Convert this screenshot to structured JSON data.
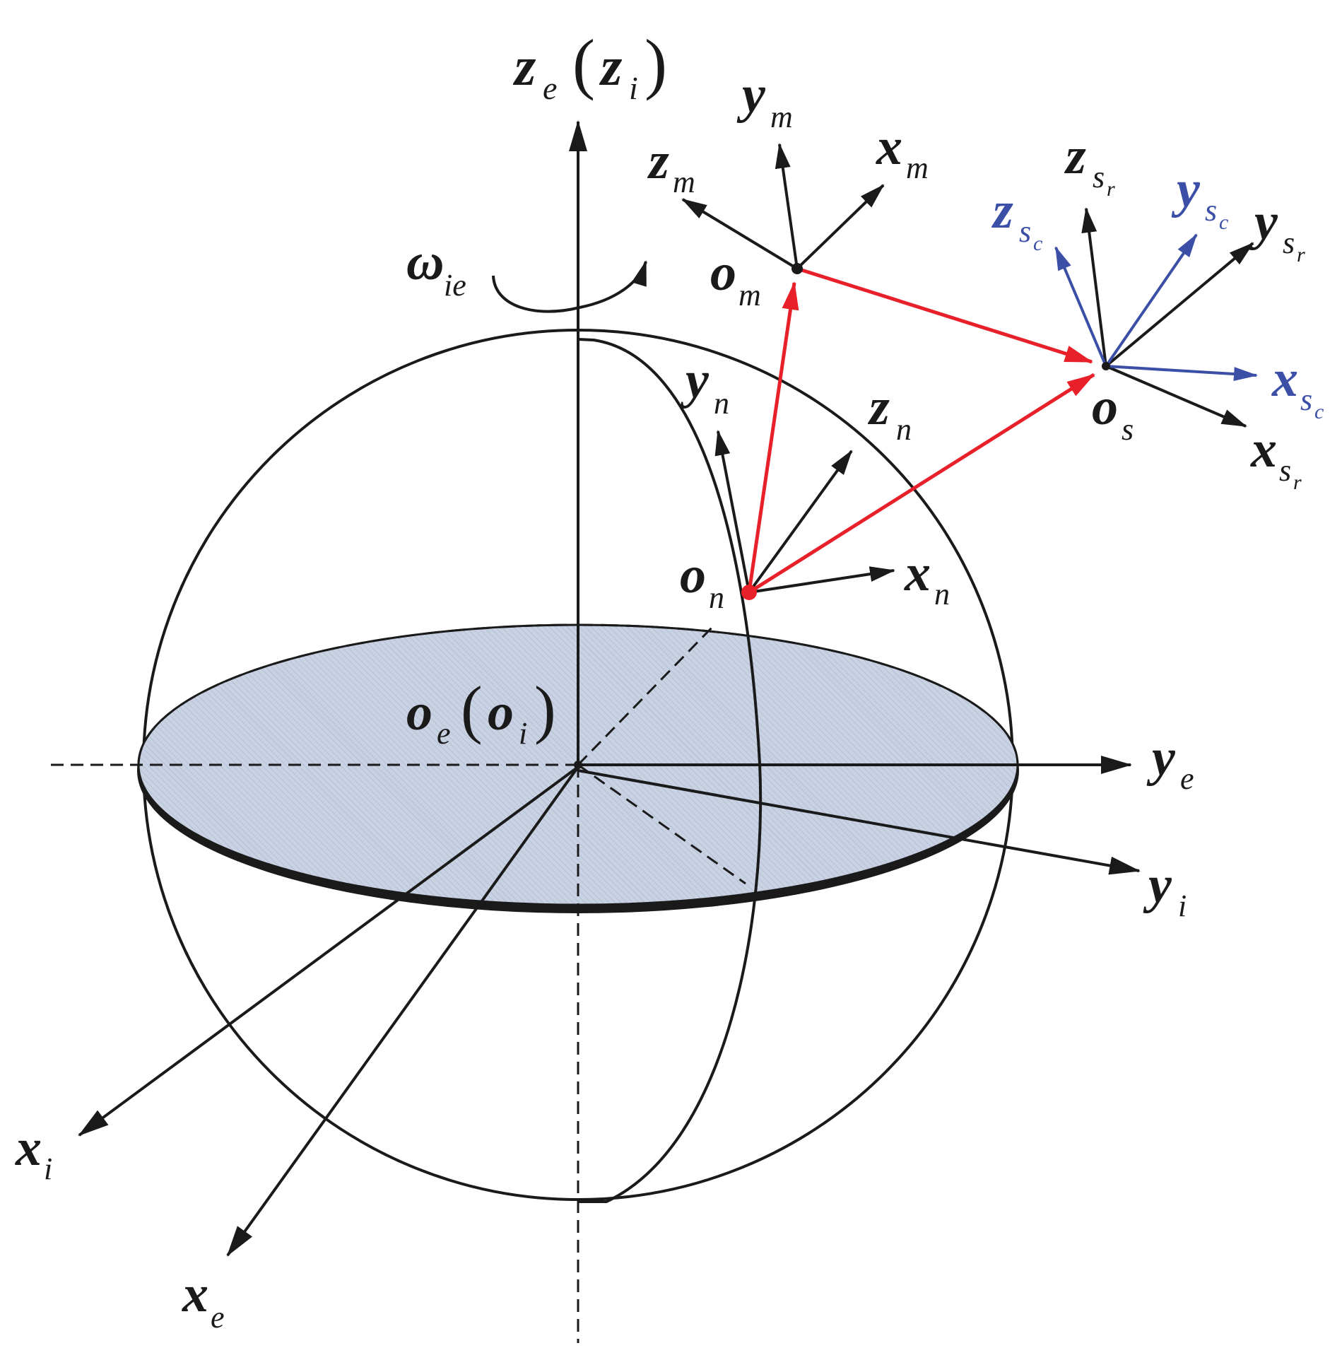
{
  "colors": {
    "axis": "#1a1a1a",
    "vector": "#e8202a",
    "computed_frame": "#3b4fa6",
    "equator_fill": "#c9d2e2"
  },
  "labels": {
    "z_e": {
      "main": "z",
      "sub": "e"
    },
    "z_i": {
      "main": "z",
      "sub": "i"
    },
    "omega_ie": {
      "main": "ω",
      "sub": "ie"
    },
    "o_e": {
      "main": "o",
      "sub": "e"
    },
    "o_i": {
      "main": "o",
      "sub": "i"
    },
    "y_e": {
      "main": "y",
      "sub": "e"
    },
    "y_i": {
      "main": "y",
      "sub": "i"
    },
    "x_i": {
      "main": "x",
      "sub": "i"
    },
    "x_e": {
      "main": "x",
      "sub": "e"
    },
    "o_n": {
      "main": "o",
      "sub": "n"
    },
    "x_n": {
      "main": "x",
      "sub": "n"
    },
    "y_n": {
      "main": "y",
      "sub": "n"
    },
    "z_n": {
      "main": "z",
      "sub": "n"
    },
    "o_m": {
      "main": "o",
      "sub": "m"
    },
    "x_m": {
      "main": "x",
      "sub": "m"
    },
    "y_m": {
      "main": "y",
      "sub": "m"
    },
    "z_m": {
      "main": "z",
      "sub": "m"
    },
    "o_s": {
      "main": "o",
      "sub": "s"
    },
    "x_sr": {
      "main": "x",
      "sub": "s",
      "subsub": "r"
    },
    "y_sr": {
      "main": "y",
      "sub": "s",
      "subsub": "r"
    },
    "z_sr": {
      "main": "z",
      "sub": "s",
      "subsub": "r"
    },
    "x_sc": {
      "main": "x",
      "sub": "s",
      "subsub": "c"
    },
    "y_sc": {
      "main": "y",
      "sub": "s",
      "subsub": "c"
    },
    "z_sc": {
      "main": "z",
      "sub": "s",
      "subsub": "c"
    }
  }
}
